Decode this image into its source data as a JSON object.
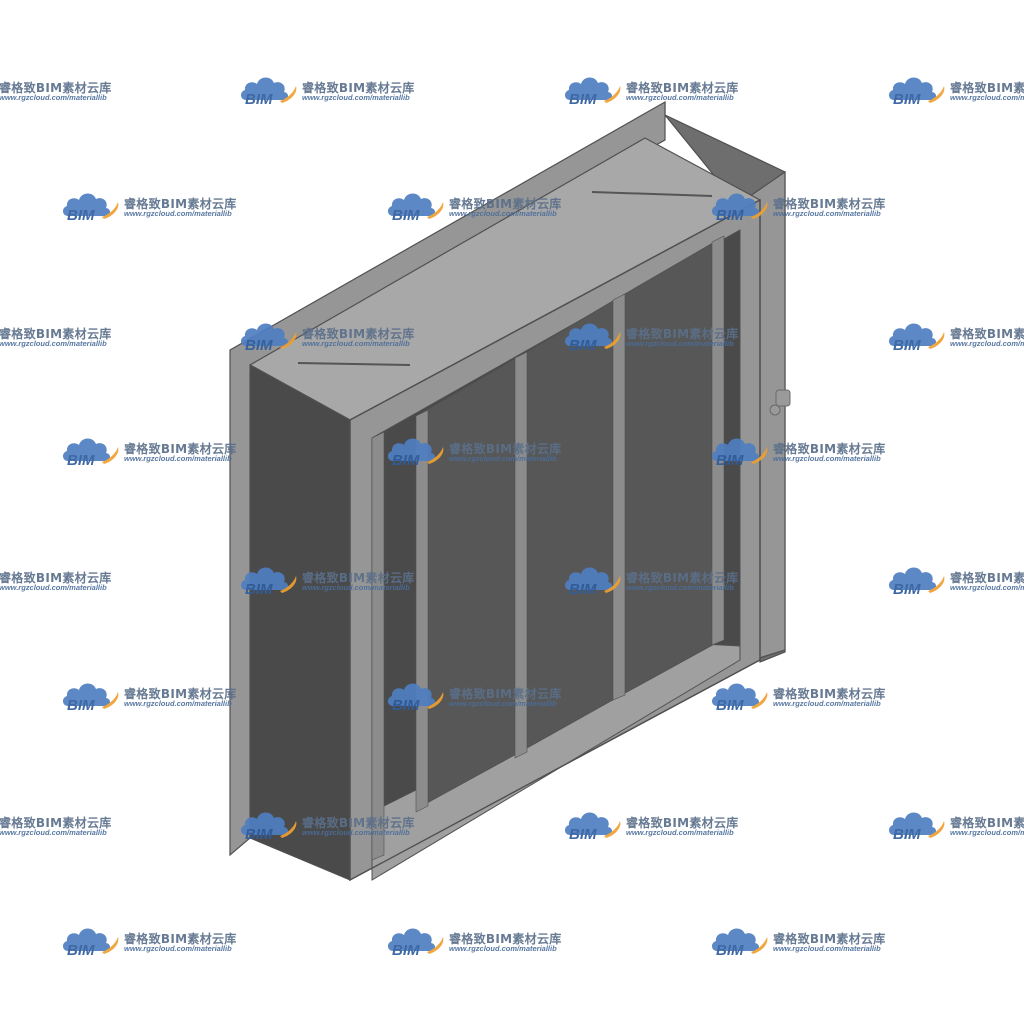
{
  "watermark": {
    "logo_text": "BIM",
    "title": "睿格致BIM素材云库",
    "url": "www.rgzcloud.com/materiallib",
    "logo_icon": "cloud-icon",
    "colors": {
      "cloud_blue": "#4f7fc1",
      "swoosh_orange": "#f0a030",
      "logo_text": "#2f5d9e",
      "title_text": "#5b6f8a"
    }
  },
  "model": {
    "subject": "rectangular duct damper frame with vertical blades",
    "colors": {
      "frame_face": "#969696",
      "frame_edge": "#6e6e6e",
      "top_face": "#a8a8a8",
      "inner_wall": "#4a4a4a",
      "blade_face": "#575757",
      "blade_edge": "#8c8c8c",
      "bottom_floor": "#a0a0a0",
      "outline": "#505050"
    }
  }
}
